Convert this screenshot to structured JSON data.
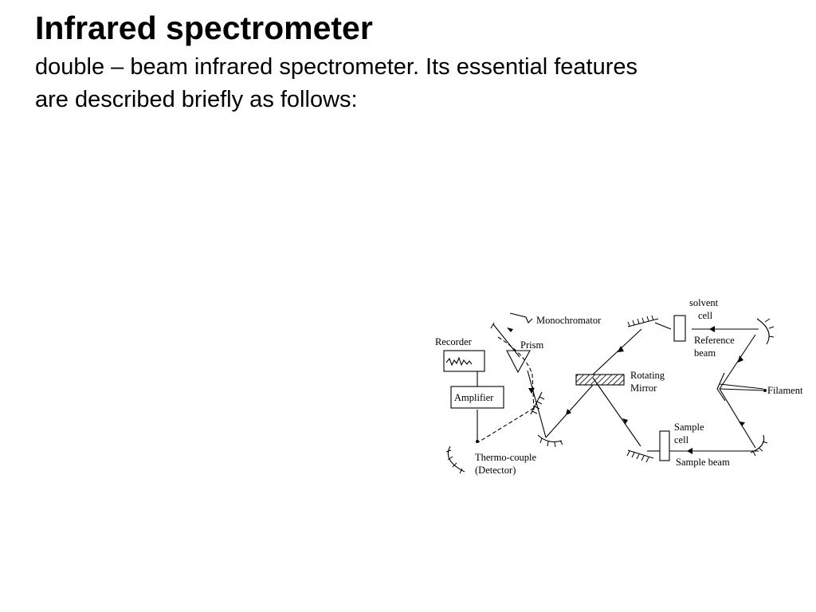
{
  "slide": {
    "title": "Infrared spectrometer",
    "body_lines": [
      "double – beam infrared spectrometer. Its essential features",
      "are described briefly as follows:"
    ]
  },
  "diagram": {
    "labels": {
      "monochromator": "Monochromator",
      "recorder": "Recorder",
      "prism": "Prism",
      "amplifier": "Amplifier",
      "thermocouple_line1": "Thermo-couple",
      "thermocouple_line2": "(Detector)",
      "rotating_line1": "Rotating",
      "rotating_line2": "Mirror",
      "solvent_line1": "solvent",
      "solvent_line2": "cell",
      "reference_line1": "Reference",
      "reference_line2": "beam",
      "filament": "Filament",
      "sample_cell_line1": "Sample",
      "sample_cell_line2": "cell",
      "sample_beam": "Sample beam"
    }
  }
}
